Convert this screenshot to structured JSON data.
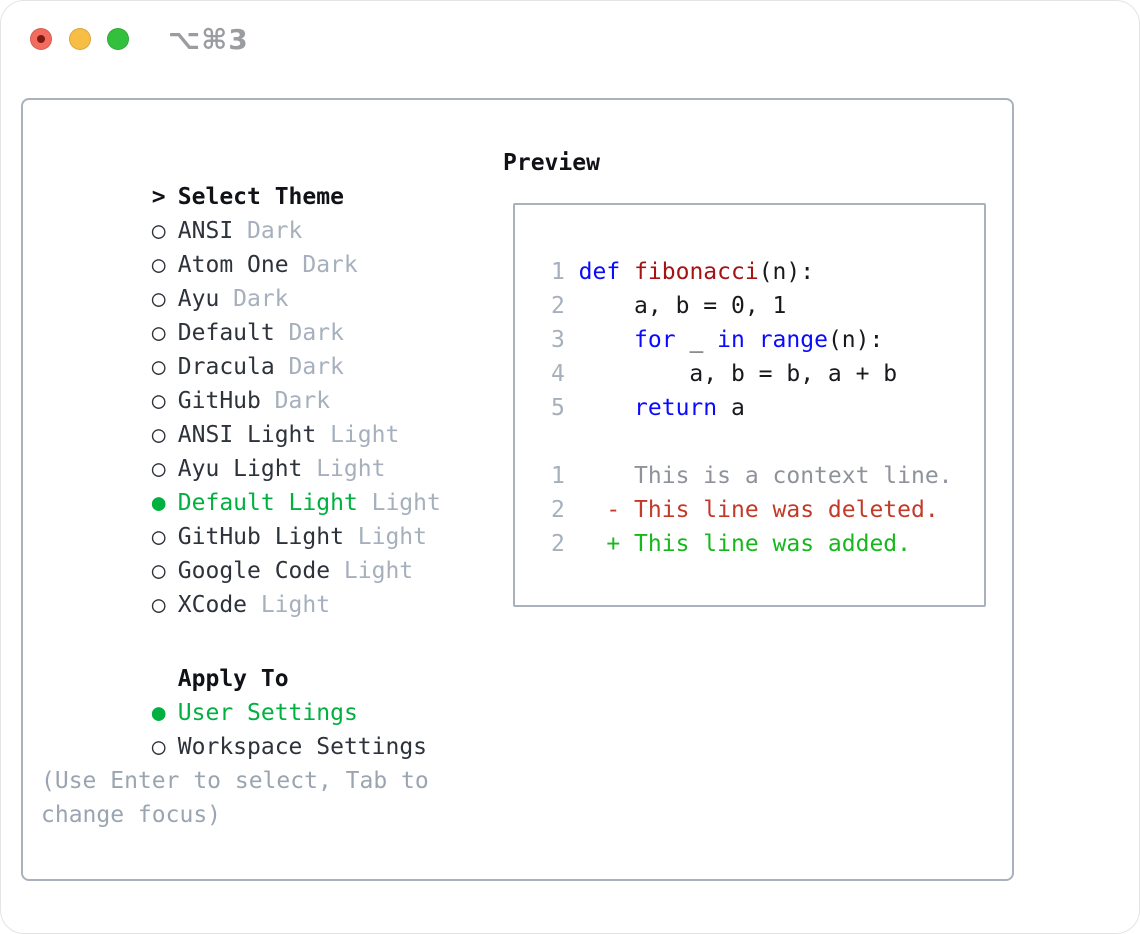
{
  "window": {
    "shortcut_label": "⌥⌘3"
  },
  "colors": {
    "accent_green": "#00b140",
    "keyword_blue": "#0a0aff",
    "function_red": "#a31515",
    "diff_deleted_red": "#c23b2a",
    "diff_added_green": "#18b71e",
    "muted_gray": "#a6b0bd",
    "panel_border": "#a9b2bc"
  },
  "icons": {
    "radio_unselected": "○",
    "radio_selected": "●",
    "focus_cursor": ">"
  },
  "theme_panel": {
    "cursor": ">",
    "title": "Select Theme",
    "themes": [
      {
        "marker": "○",
        "name": "ANSI",
        "variant": "Dark",
        "state": "unselected"
      },
      {
        "marker": "○",
        "name": "Atom One",
        "variant": "Dark",
        "state": "unselected"
      },
      {
        "marker": "○",
        "name": "Ayu",
        "variant": "Dark",
        "state": "unselected"
      },
      {
        "marker": "○",
        "name": "Default",
        "variant": "Dark",
        "state": "unselected"
      },
      {
        "marker": "○",
        "name": "Dracula",
        "variant": "Dark",
        "state": "unselected"
      },
      {
        "marker": "○",
        "name": "GitHub",
        "variant": "Dark",
        "state": "unselected"
      },
      {
        "marker": "○",
        "name": "ANSI Light",
        "variant": "Light",
        "state": "unselected"
      },
      {
        "marker": "○",
        "name": "Ayu Light",
        "variant": "Light",
        "state": "unselected"
      },
      {
        "marker": "●",
        "name": "Default Light",
        "variant": "Light",
        "state": "selected"
      },
      {
        "marker": "○",
        "name": "GitHub Light",
        "variant": "Light",
        "state": "unselected"
      },
      {
        "marker": "○",
        "name": "Google Code",
        "variant": "Light",
        "state": "unselected"
      },
      {
        "marker": "○",
        "name": "XCode",
        "variant": "Light",
        "state": "unselected"
      }
    ],
    "apply_to": {
      "title": "Apply To",
      "options": [
        {
          "marker": "●",
          "label": "User Settings",
          "state": "selected"
        },
        {
          "marker": "○",
          "label": "Workspace Settings",
          "state": "unselected"
        }
      ]
    },
    "hint": "(Use Enter to select, Tab to change focus)"
  },
  "preview": {
    "title": "Preview",
    "code": [
      {
        "num": "1",
        "segs": [
          [
            "kw",
            "def"
          ],
          [
            "pl",
            " "
          ],
          [
            "fn",
            "fibonacci"
          ],
          [
            "pl",
            "(n):"
          ]
        ]
      },
      {
        "num": "2",
        "segs": [
          [
            "pl",
            "    a, b = 0, 1"
          ]
        ]
      },
      {
        "num": "3",
        "segs": [
          [
            "pl",
            "    "
          ],
          [
            "kw",
            "for"
          ],
          [
            "pl",
            " _ "
          ],
          [
            "kw",
            "in"
          ],
          [
            "pl",
            " "
          ],
          [
            "kw",
            "range"
          ],
          [
            "pl",
            "(n):"
          ]
        ]
      },
      {
        "num": "4",
        "segs": [
          [
            "pl",
            "        a, b = b, a + b"
          ]
        ]
      },
      {
        "num": "5",
        "segs": [
          [
            "pl",
            "    "
          ],
          [
            "kw",
            "return"
          ],
          [
            "pl",
            " a"
          ]
        ]
      }
    ],
    "diff": [
      {
        "num": "1",
        "kind": "ctx",
        "text": "    This is a context line."
      },
      {
        "num": "2",
        "kind": "del",
        "text": "  - This line was deleted."
      },
      {
        "num": "2",
        "kind": "add",
        "text": "  + This line was added."
      }
    ]
  }
}
